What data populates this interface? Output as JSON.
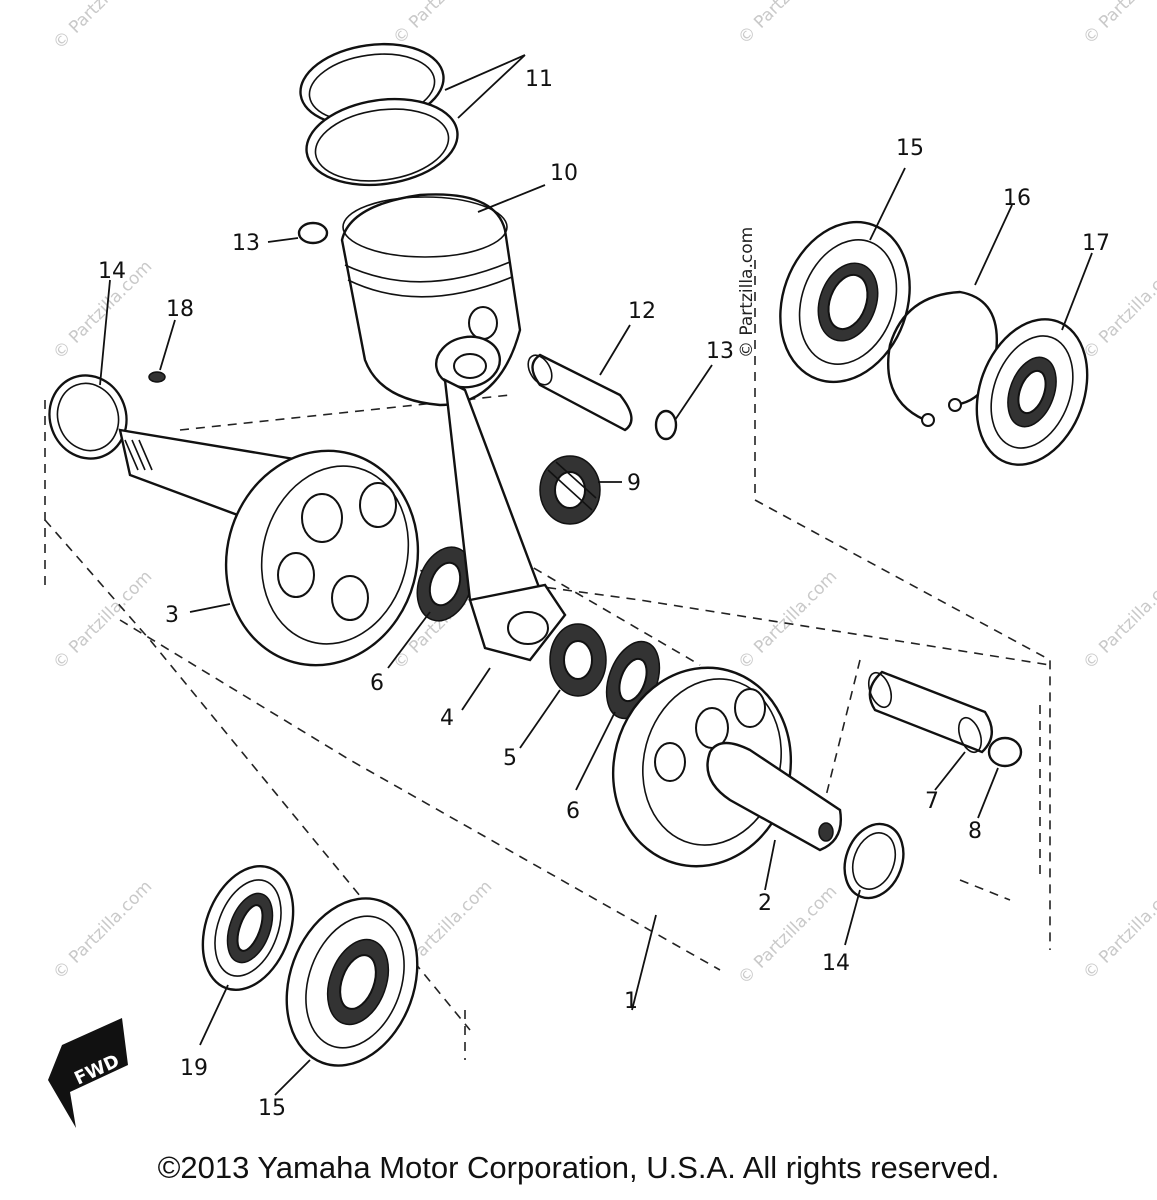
{
  "diagram": {
    "callouts": {
      "c1": "1",
      "c2": "2",
      "c3": "3",
      "c4": "4",
      "c5": "5",
      "c6a": "6",
      "c6b": "6",
      "c7": "7",
      "c8": "8",
      "c9": "9",
      "c10": "10",
      "c11": "11",
      "c12": "12",
      "c13a": "13",
      "c13b": "13",
      "c14a": "14",
      "c14b": "14",
      "c15a": "15",
      "c15b": "15",
      "c16": "16",
      "c17": "17",
      "c18": "18",
      "c19": "19"
    },
    "watermark": "© Partzilla.com",
    "fwd_label": "FWD"
  },
  "footer": {
    "copyright": "©2013 Yamaha Motor Corporation, U.S.A. All rights reserved."
  }
}
